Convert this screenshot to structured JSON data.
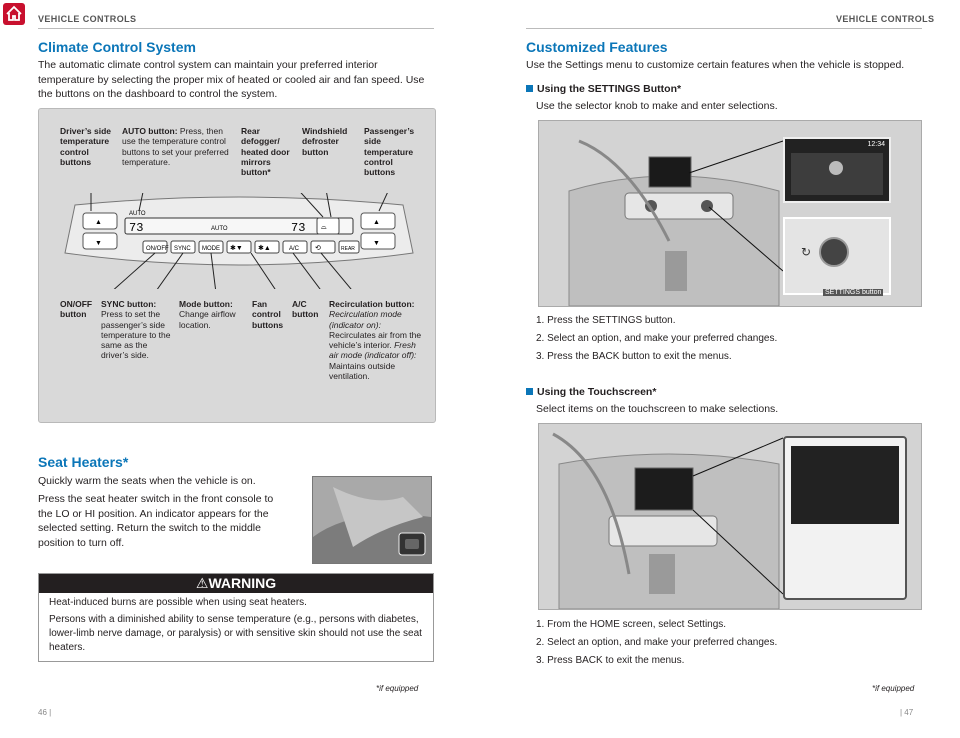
{
  "colors": {
    "accent": "#0b76b8",
    "warning_bar": "#231f20",
    "home": "#c8102e"
  },
  "left_page": {
    "header": "VEHICLE CONTROLS",
    "climate": {
      "title": "Climate Control System",
      "intro": "The automatic climate control system can maintain your preferred interior temperature by selecting the proper mix of heated or cooled air and fan speed. Use the buttons on the dashboard to control the system.",
      "panel": {
        "auto_label": "AUTO",
        "sync_label": "SYNC",
        "mode_label": "MODE",
        "ac_label": "A/C",
        "rear_label": "REAR",
        "on_off_label": "ON/OFF",
        "display_left": "73",
        "display_right": "73",
        "display_auto": "AUTO"
      },
      "callouts_top": [
        {
          "title": "Driver’s side temperature control buttons",
          "desc": ""
        },
        {
          "title": "AUTO button:",
          "desc": " Press, then use the temperature control buttons to set your preferred temperature."
        },
        {
          "title": "Rear defogger/ heated door mirrors button*",
          "desc": ""
        },
        {
          "title": "Windshield defroster button",
          "desc": ""
        },
        {
          "title": "Passenger’s side temperature control buttons",
          "desc": ""
        }
      ],
      "callouts_bottom": {
        "on_off": "ON/OFF button",
        "sync_title": "SYNC button:",
        "sync_desc": "Press to set the passenger’s side temperature to the same as the driver’s side.",
        "mode_title": "Mode button:",
        "mode_desc": "Change airflow location.",
        "fan": "Fan control buttons",
        "ac": "A/C button",
        "recirc_title": "Recirculation button:",
        "recirc_on_italic": "Recirculation mode (indicator on):",
        "recirc_on_desc": "Recirculates air from the vehicle’s interior.",
        "recirc_off_italic": "Fresh air mode (indicator off):",
        "recirc_off_desc": "Maintains outside ventilation."
      }
    },
    "seat": {
      "title": "Seat Heaters*",
      "p1": "Quickly warm the seats when the vehicle is on.",
      "p2": "Press the seat heater switch in the front console to the LO or HI position. An indicator appears for the selected setting. Return the switch to the middle position to turn off."
    },
    "warning": {
      "title": "WARNING",
      "p1": "Heat-induced burns are possible when using seat heaters.",
      "p2": "Persons with a diminished ability to sense temperature (e.g., persons with diabetes, lower-limb nerve damage, or paralysis) or with sensitive skin should not use the seat heaters."
    },
    "footnote": "*if equipped",
    "page_number": "46  |"
  },
  "right_page": {
    "header": "VEHICLE CONTROLS",
    "title": "Customized Features",
    "intro": "Use the Settings menu to customize certain features when the vehicle is stopped.",
    "settings_button": {
      "heading": "Using the SETTINGS Button*",
      "desc": "Use the selector knob to make and enter selections.",
      "clock": "12:34",
      "caption": "SETTINGS button",
      "steps": [
        "1.  Press the SETTINGS button.",
        "2.  Select an option, and make your preferred changes.",
        "3.  Press the BACK button to exit the menus."
      ]
    },
    "touchscreen": {
      "heading": "Using the Touchscreen*",
      "desc": "Select items on the touchscreen to make selections.",
      "steps": [
        "1.  From the HOME screen, select Settings.",
        "2.  Select an option, and make your preferred changes.",
        "3.  Press BACK to exit the menus."
      ]
    },
    "footnote": "*if equipped",
    "page_number": "|  47"
  }
}
